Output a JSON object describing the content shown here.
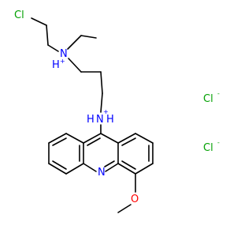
{
  "colors": {
    "bond": "#000000",
    "nitrogen": "#0000FF",
    "oxygen": "#FF0000",
    "chlorine": "#00A000"
  },
  "labels": {
    "cl_chain": "Cl",
    "n_amine": "N",
    "n_amine_h": "H",
    "n_amine_charge": "+",
    "n_bridge": "N",
    "n_bridge_h": "H",
    "n_bridge_charge": "+",
    "n_ring": "N",
    "o_methoxy": "O",
    "chloride_1": "Cl",
    "chloride_1_charge": "-",
    "chloride_2": "Cl",
    "chloride_2_charge": "-"
  }
}
